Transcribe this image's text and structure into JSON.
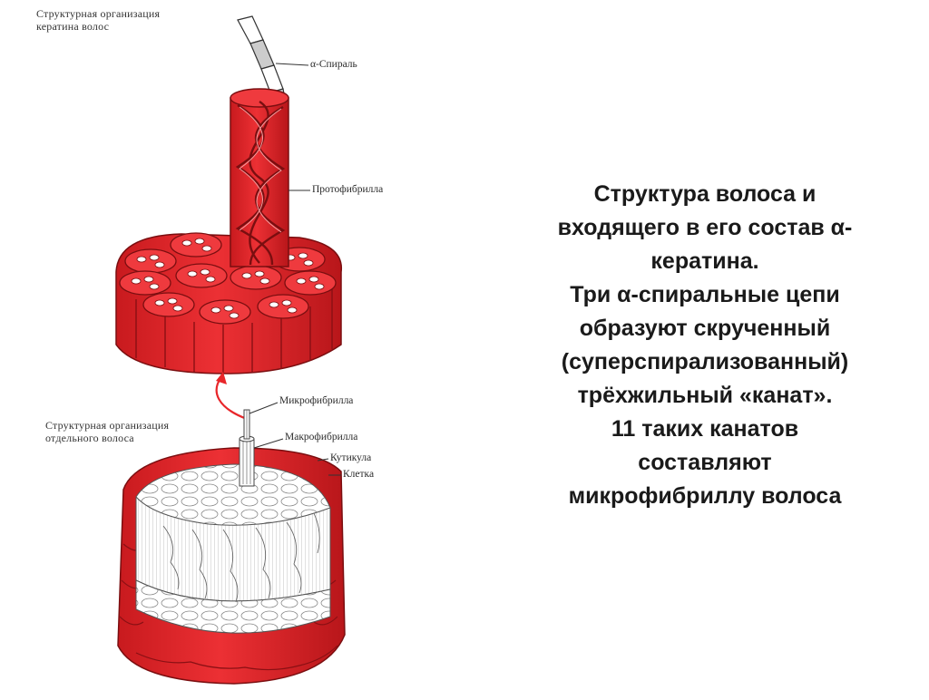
{
  "diagram": {
    "caption_top": [
      "Структурная организация",
      "кератина волос"
    ],
    "caption_bottom": [
      "Структурная организация",
      "отдельного волоса"
    ],
    "labels": {
      "alpha_spiral": "α-Спираль",
      "protofibril": "Протофибрилла",
      "microfibril": "Микрофибрилла",
      "macrofibril": "Макрофибрилла",
      "cuticle": "Кутикула",
      "cell": "Клетка"
    },
    "colors": {
      "fiber": "#e8262a",
      "fiber_dark": "#a81418",
      "fiber_light": "#f26a6c"
    }
  },
  "text": {
    "lines": [
      "Структура волоса и",
      "входящего в его состав α-",
      "кератина.",
      "Три α-спиральные цепи",
      "образуют скрученный",
      "(суперспирализованный)",
      "трёхжильный «канат».",
      "11 таких канатов",
      "составляют",
      "микрофибриллу волоса"
    ]
  }
}
